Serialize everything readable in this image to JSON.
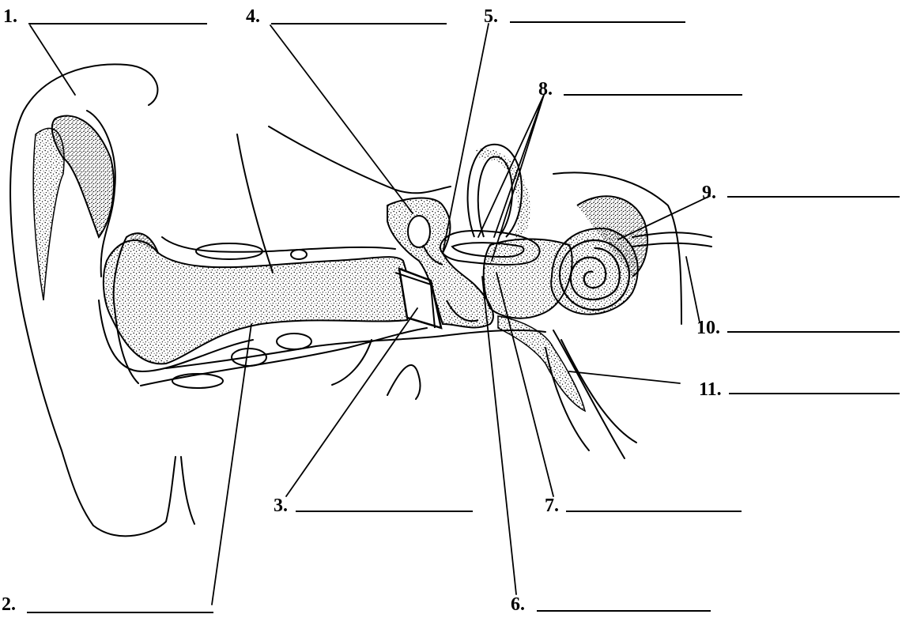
{
  "diagram": {
    "labels": [
      {
        "id": "1",
        "text": "1."
      },
      {
        "id": "2",
        "text": "2."
      },
      {
        "id": "3",
        "text": "3."
      },
      {
        "id": "4",
        "text": "4."
      },
      {
        "id": "5",
        "text": "5."
      },
      {
        "id": "6",
        "text": "6."
      },
      {
        "id": "7",
        "text": "7."
      },
      {
        "id": "8",
        "text": "8."
      },
      {
        "id": "9",
        "text": "9."
      },
      {
        "id": "10",
        "text": "10."
      },
      {
        "id": "11",
        "text": "11."
      }
    ],
    "colors": {
      "ink": "#000000",
      "paper": "#ffffff",
      "stipple": "#000000"
    }
  }
}
